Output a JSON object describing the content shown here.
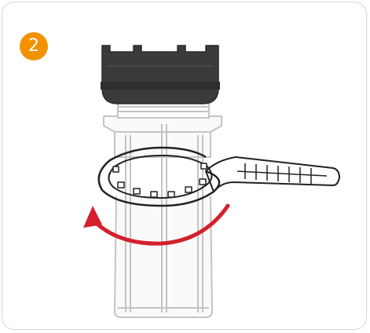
{
  "step": {
    "number": "2",
    "badge_color": "#f39200"
  },
  "illustration": {
    "subject": "filter-housing-with-wrench",
    "cap_color": "#3a3a3a",
    "arrow_color": "#d4202c",
    "rotation_direction": "counter-clockwise"
  },
  "icons": [
    "housing-cap-icon",
    "filter-bowl-icon",
    "filter-wrench-icon",
    "rotation-arrow-icon"
  ]
}
